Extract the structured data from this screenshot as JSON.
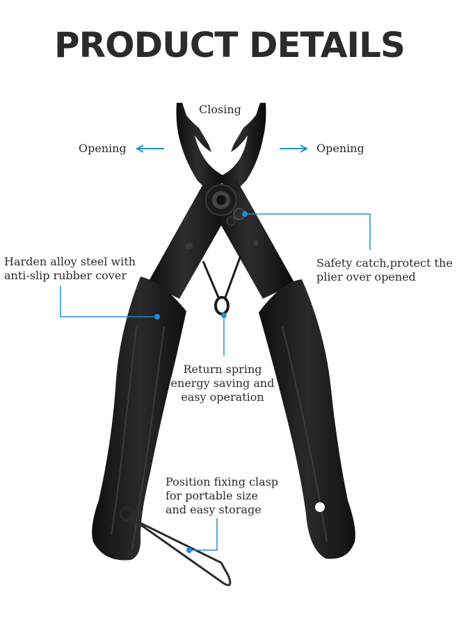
{
  "title": "PRODUCT DETAILS",
  "colors": {
    "accent": "#1e8fd6",
    "tool": "#151515",
    "grip": "#1c1c1c"
  },
  "labels": {
    "closing": "Closing",
    "opening_left": "Opening",
    "opening_right": "Opening",
    "steel_line1": "Harden alloy steel with",
    "steel_line2": "anti-slip rubber cover",
    "safety_line1": "Safety catch,protect the",
    "safety_line2": "plier over opened",
    "spring_line1": "Return spring",
    "spring_line2": "energy saving and",
    "spring_line3": "easy operation",
    "clasp_line1": "Position fixing clasp",
    "clasp_line2": "for portable size",
    "clasp_line3": "and easy storage"
  }
}
